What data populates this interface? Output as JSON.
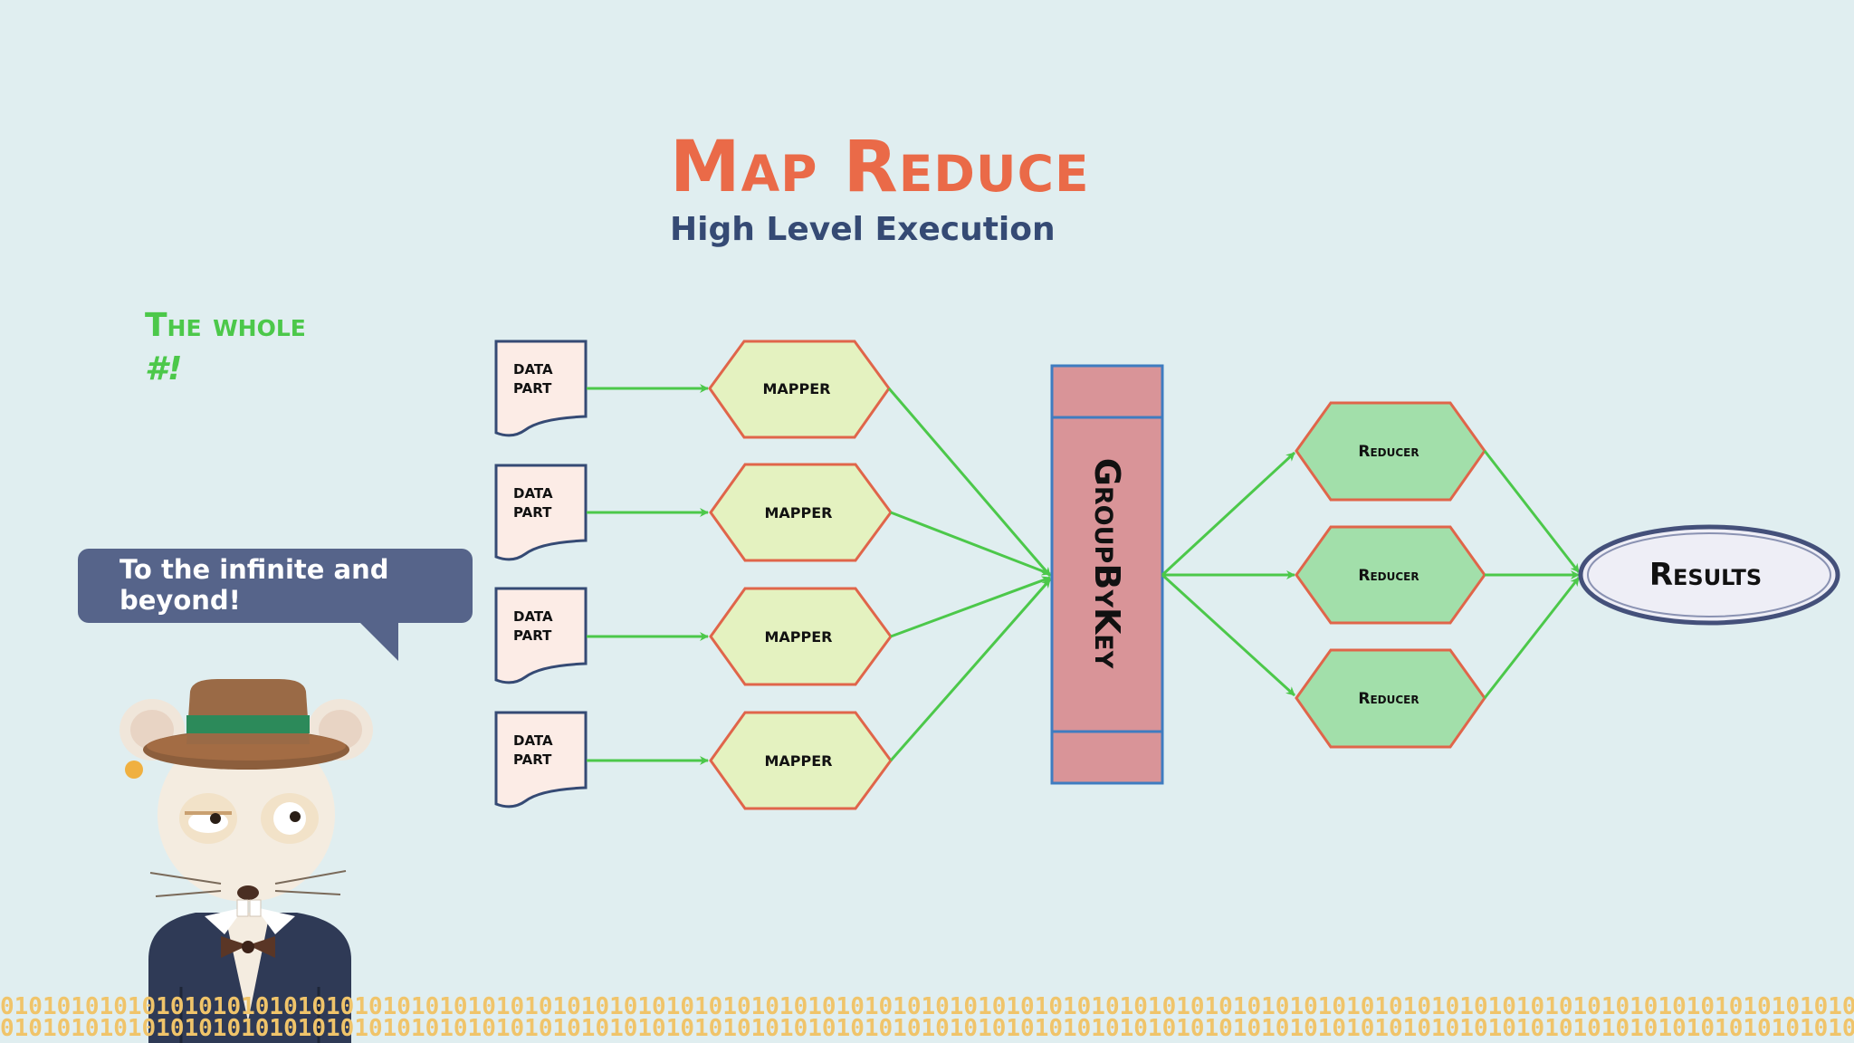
{
  "title": "Map Reduce",
  "subtitle": "High Level Execution",
  "tagline": {
    "line1": "The whole",
    "line2": "#!"
  },
  "speech_bubble": "To the infinite and beyond!",
  "diagram": {
    "data_parts": [
      {
        "line1": "DATA",
        "line2": "PART"
      },
      {
        "line1": "DATA",
        "line2": "PART"
      },
      {
        "line1": "DATA",
        "line2": "PART"
      },
      {
        "line1": "DATA",
        "line2": "PART"
      }
    ],
    "mappers": [
      "MAPPER",
      "MAPPER",
      "MAPPER",
      "MAPPER"
    ],
    "group": "GroupByKey",
    "reducers": [
      "Reducer",
      "Reducer",
      "Reducer"
    ],
    "results": "Results"
  },
  "binary_pattern": "0101010101010101010101010101010101010101010101010101010101010101010101010101010101010101010101010101010101010101010101010101010101010101010101",
  "colors": {
    "background": "#e0eef0",
    "title": "#ea6a48",
    "subtitle": "#354a74",
    "tagline": "#4cc84a",
    "arrow": "#4cc84a",
    "mapper_fill": "#e4f2c0",
    "reducer_fill": "#a2dfaa",
    "hex_stroke": "#e0654a",
    "data_part_fill": "#fcece6",
    "data_part_stroke": "#354a74",
    "group_fill": "#d99498",
    "group_stroke": "#3f7cc0",
    "results_stroke": "#44507a"
  }
}
